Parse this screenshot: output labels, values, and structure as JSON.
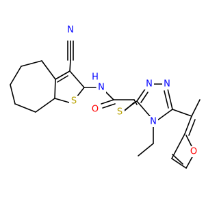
{
  "molecule": {
    "atoms": {
      "nitrile_c": "C",
      "nitrile_n": "N",
      "amide_n": "N",
      "amide_h": "H",
      "amide_o": "O",
      "thiophene_s": "S",
      "thioether_s": "S",
      "triazole_n1": "N",
      "triazole_n2": "N",
      "triazole_n4": "N",
      "furan_o": "O"
    },
    "colors": {
      "carbon": "#000000",
      "nitrogen": "#0000ff",
      "oxygen": "#ff0000",
      "sulfur": "#b8a200",
      "bond": "#000000"
    }
  }
}
